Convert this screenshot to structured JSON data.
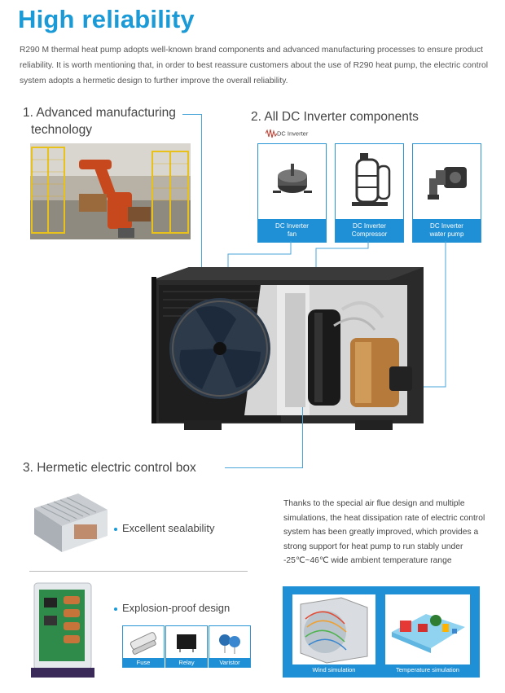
{
  "heading": "High reliability",
  "intro": "R290 M thermal heat pump adopts well-known brand components and advanced manufacturing processes to ensure product reliability. It is worth mentioning that,  in order to best reassure customers about the use of R290 heat  pump, the electric control system adopts a hermetic design to further improve the overall reliability.",
  "section1": {
    "line1": "1. Advanced manufacturing",
    "line2": "technology"
  },
  "section2": {
    "title": "2. All DC Inverter components",
    "logo_text": "DC Inverter"
  },
  "components": [
    {
      "line1": "DC Inverter",
      "line2": "fan"
    },
    {
      "line1": "DC Inverter",
      "line2": "Compressor"
    },
    {
      "line1": "DC Inverter",
      "line2": "water pump"
    }
  ],
  "section3": {
    "title": "3. Hermetic electric control box"
  },
  "features": [
    {
      "label": "Excellent sealability"
    },
    {
      "label": "Explosion-proof design"
    }
  ],
  "parts": [
    "Fuse",
    "Relay",
    "Varistor"
  ],
  "description": "Thanks to the special air flue design and multiple simulations, the heat dissipation rate of electric control system has been greatly improved, which provides a strong support for heat pump to run stably under -25℃~46℃ wide ambient temperature range",
  "simulations": [
    {
      "label": "Wind simulation"
    },
    {
      "label": "Temperature simulation"
    }
  ],
  "colors": {
    "accent": "#1a9ad6",
    "label_bg": "#1f8fd6"
  }
}
